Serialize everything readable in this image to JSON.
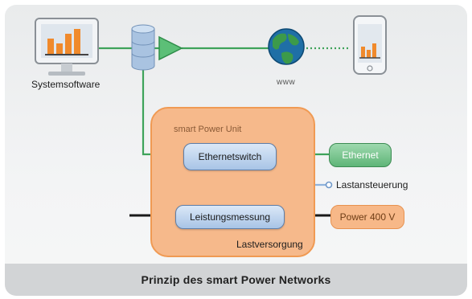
{
  "diagram": {
    "labels": {
      "system_software": "Systemsoftware",
      "www": "www",
      "unit_title": "smart Power Unit",
      "ethernet_switch": "Ethernetswitch",
      "ethernet": "Ethernet",
      "load_control": "Lastansteuerung",
      "power_measurement": "Leistungsmessung",
      "power": "Power 400 V",
      "power_supply": "Lastversorgung"
    },
    "caption": "Prinzip des smart Power Networks",
    "icons": [
      "monitor-icon",
      "database-icon",
      "amplifier-icon",
      "globe-icon",
      "smartphone-icon"
    ],
    "colors": {
      "accent_green": "#3ea35a",
      "unit_orange": "#f6b98b",
      "node_blue": "#a8c4e6",
      "line_blue": "#8fb3dd",
      "caption_bar": "#d2d4d6"
    }
  }
}
